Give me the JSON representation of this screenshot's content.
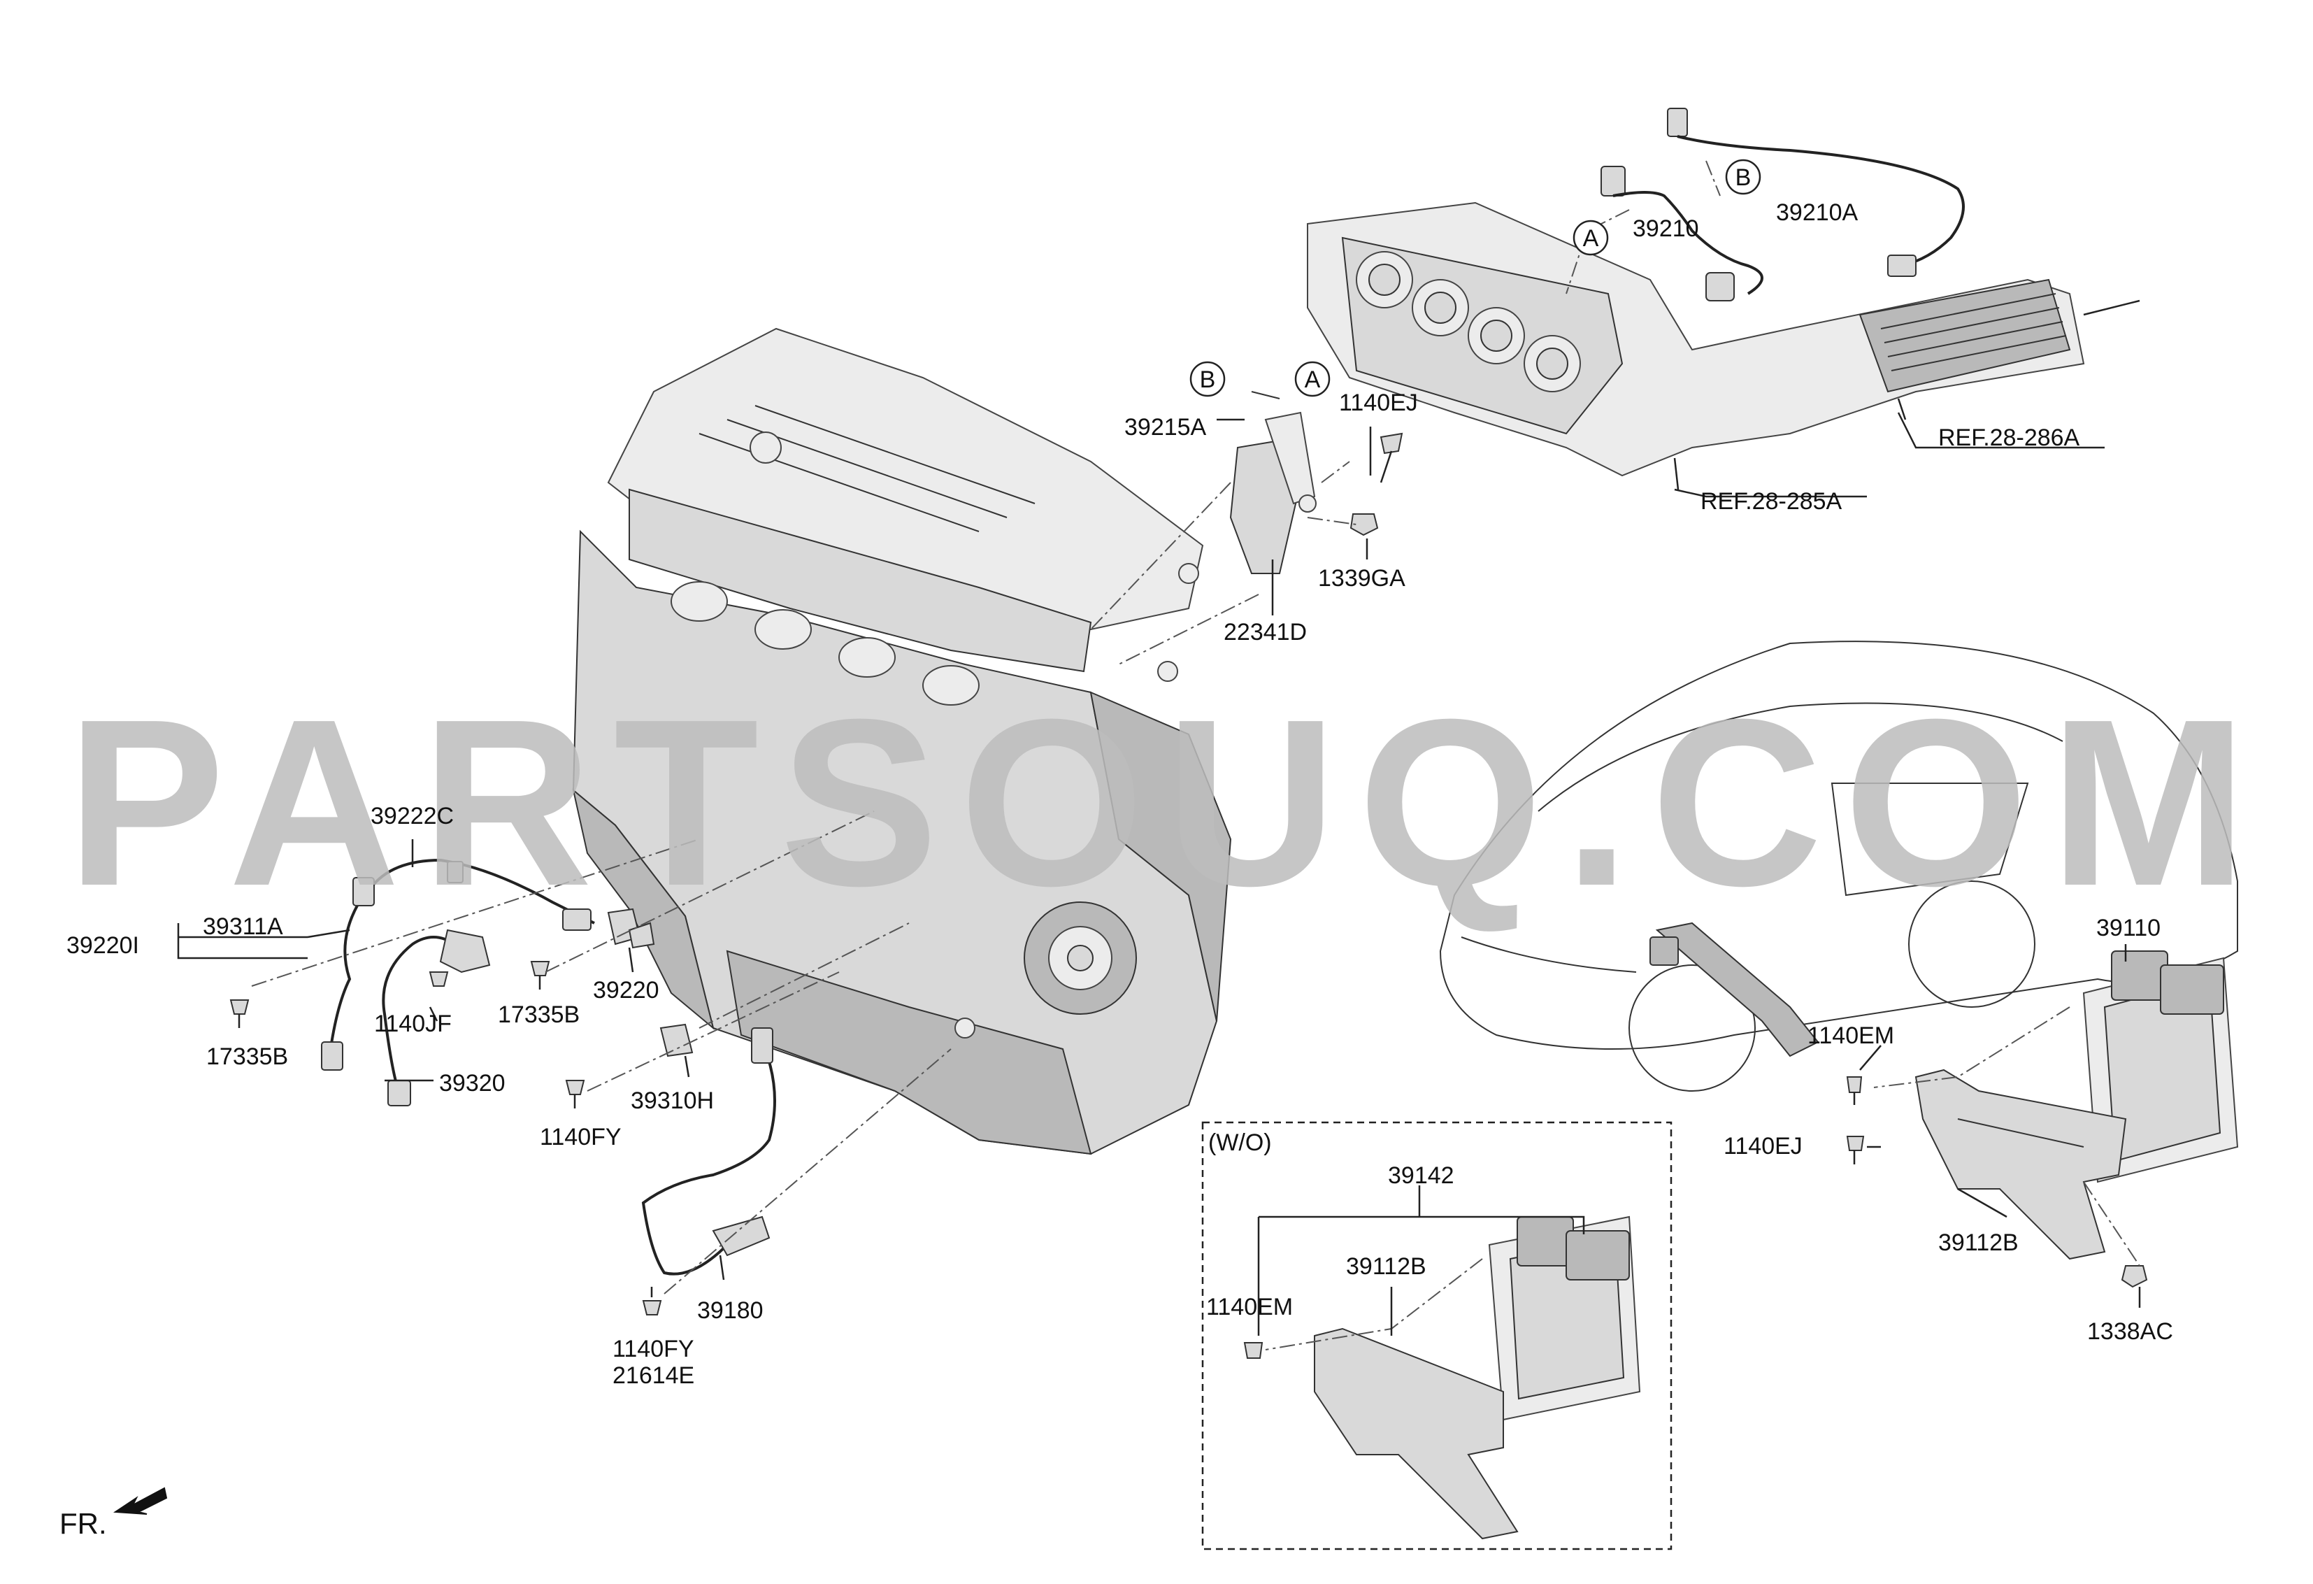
{
  "watermark": "PARTSOUQ.COM",
  "callouts": {
    "a": "A",
    "b": "B"
  },
  "labels": {
    "p39210a": "39210A",
    "p39210": "39210",
    "p1140ej_top": "1140EJ",
    "p39215a": "39215A",
    "p1339ga": "1339GA",
    "p22341d": "22341D",
    "ref285": "REF.28-285A",
    "ref286": "REF.28-286A",
    "p39222c": "39222C",
    "p39311a": "39311A",
    "p39220i": "39220I",
    "p17335b_l": "17335B",
    "p1140jf": "1140JF",
    "p39320": "39320",
    "p17335b_m": "17335B",
    "p39220": "39220",
    "p39310h": "39310H",
    "p1140fy_m": "1140FY",
    "p39180": "39180",
    "p1140fy_b": "1140FY",
    "p21614e": "21614E",
    "p39110": "39110",
    "p1140em_r": "1140EM",
    "p1140ej_r": "1140EJ",
    "p39112b_r": "39112B",
    "p1338ac": "1338AC",
    "wo": "(W/O)",
    "p39142": "39142",
    "p39112b_b": "39112B",
    "p1140em_b": "1140EM",
    "front": "FR."
  },
  "icons": {
    "front_arrow": "front-direction-arrow-icon",
    "callout": "circle-callout-icon"
  }
}
